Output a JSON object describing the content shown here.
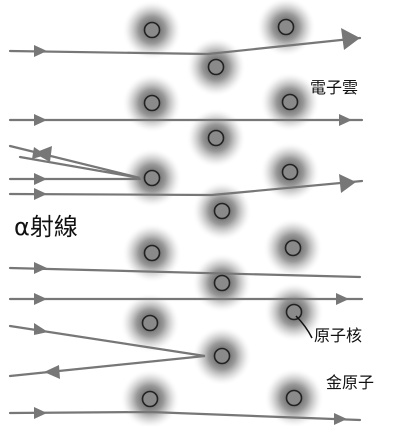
{
  "labels": {
    "electron_cloud": "電子雲",
    "alpha_rays": "α射線",
    "nucleus": "原子核",
    "gold_atom": "金原子"
  },
  "colors": {
    "ray": "#777777",
    "nucleus_fill": "#8a8a8a",
    "nucleus_stroke": "#222222",
    "cloud": "#555555"
  }
}
